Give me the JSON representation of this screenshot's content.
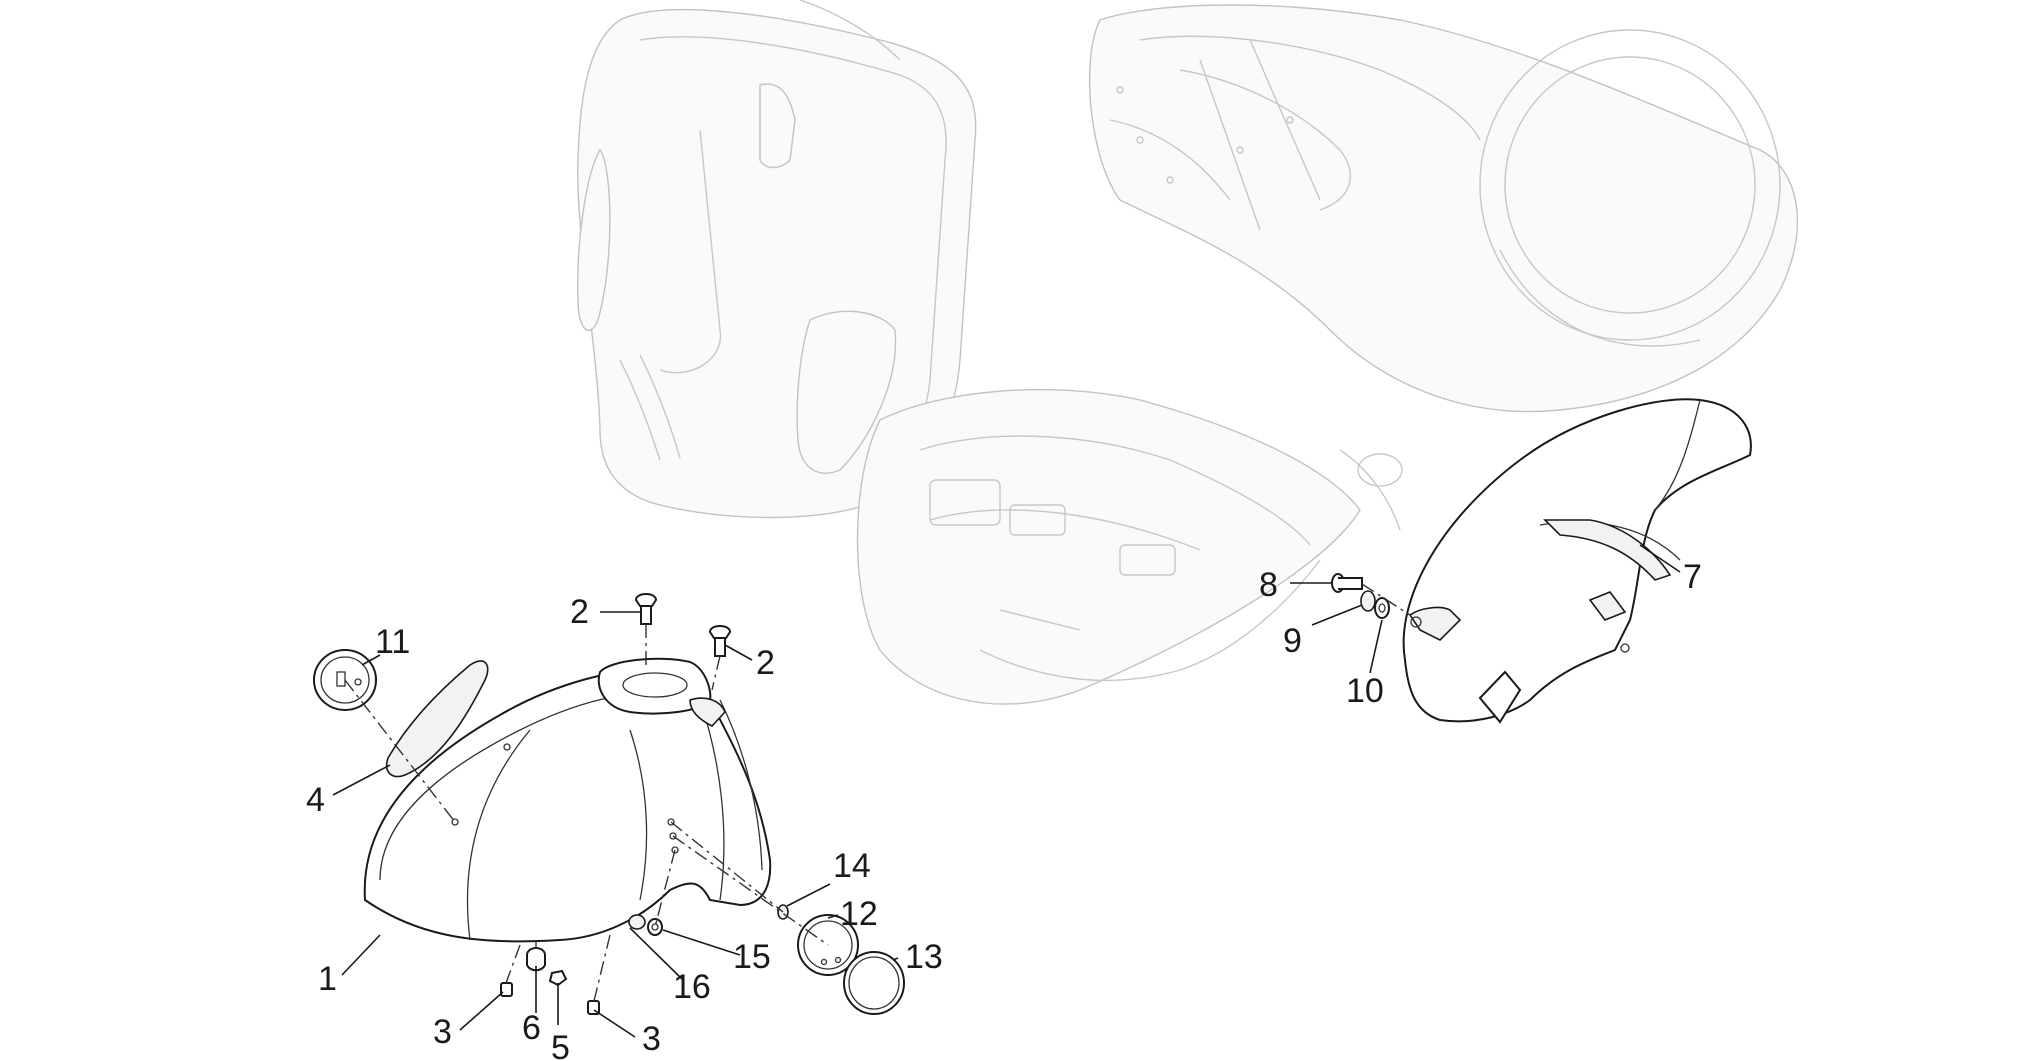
{
  "callouts": {
    "c1": "1",
    "c2a": "2",
    "c2b": "2",
    "c3a": "3",
    "c3b": "3",
    "c4": "4",
    "c5": "5",
    "c6": "6",
    "c7": "7",
    "c8": "8",
    "c9": "9",
    "c10": "10",
    "c11": "11",
    "c12": "12",
    "c13": "13",
    "c14": "14",
    "c15": "15",
    "c16": "16"
  },
  "colors": {
    "line": "#1a1a1a",
    "ghost_body": "#c7c7c7",
    "background": "#ffffff"
  }
}
